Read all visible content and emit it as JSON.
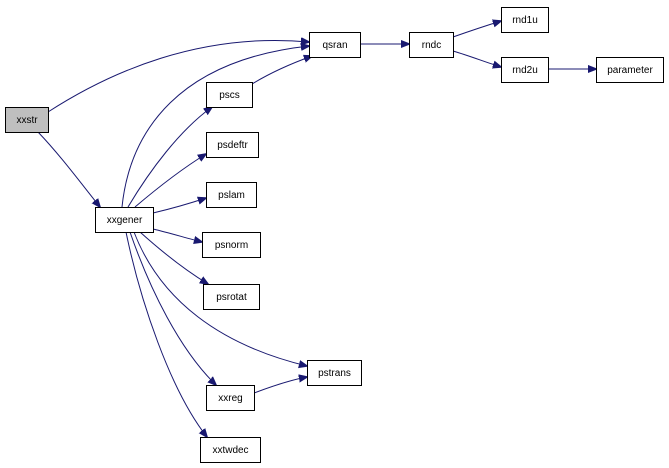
{
  "diagram": {
    "edge_color": "#191970",
    "root_fill": "#bfbfbf",
    "nodes": [
      {
        "id": "xxstr",
        "label": "xxstr",
        "root": true
      },
      {
        "id": "qsran",
        "label": "qsran"
      },
      {
        "id": "xxgener",
        "label": "xxgener"
      },
      {
        "id": "rndc",
        "label": "rndc"
      },
      {
        "id": "rnd1u",
        "label": "rnd1u"
      },
      {
        "id": "rnd2u",
        "label": "rnd2u"
      },
      {
        "id": "parameter",
        "label": "parameter"
      },
      {
        "id": "pscs",
        "label": "pscs"
      },
      {
        "id": "psdeftr",
        "label": "psdeftr"
      },
      {
        "id": "pslam",
        "label": "pslam"
      },
      {
        "id": "psnorm",
        "label": "psnorm"
      },
      {
        "id": "psrotat",
        "label": "psrotat"
      },
      {
        "id": "pstrans",
        "label": "pstrans"
      },
      {
        "id": "xxreg",
        "label": "xxreg"
      },
      {
        "id": "xxtwdec",
        "label": "xxtwdec"
      }
    ],
    "edges": [
      {
        "from": "xxstr",
        "to": "qsran"
      },
      {
        "from": "xxstr",
        "to": "xxgener"
      },
      {
        "from": "qsran",
        "to": "rndc"
      },
      {
        "from": "rndc",
        "to": "rnd1u"
      },
      {
        "from": "rndc",
        "to": "rnd2u"
      },
      {
        "from": "rnd2u",
        "to": "parameter"
      },
      {
        "from": "xxgener",
        "to": "qsran"
      },
      {
        "from": "xxgener",
        "to": "pscs"
      },
      {
        "from": "xxgener",
        "to": "psdeftr"
      },
      {
        "from": "xxgener",
        "to": "pslam"
      },
      {
        "from": "xxgener",
        "to": "psnorm"
      },
      {
        "from": "xxgener",
        "to": "psrotat"
      },
      {
        "from": "xxgener",
        "to": "pstrans"
      },
      {
        "from": "xxgener",
        "to": "xxreg"
      },
      {
        "from": "xxgener",
        "to": "xxtwdec"
      },
      {
        "from": "pscs",
        "to": "qsran"
      },
      {
        "from": "xxreg",
        "to": "pstrans"
      }
    ]
  }
}
